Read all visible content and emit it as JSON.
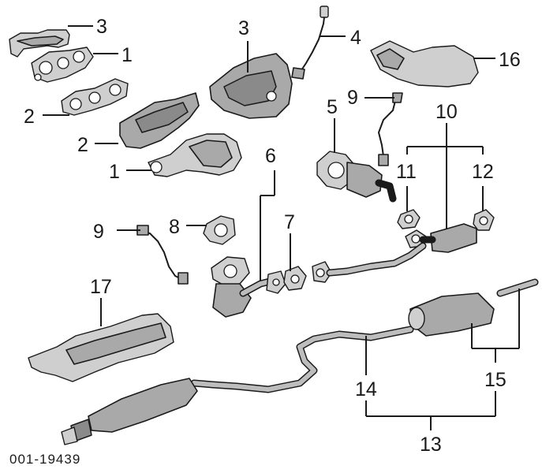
{
  "diagram": {
    "reference_code": "001-19439",
    "callouts": {
      "c1a": "1",
      "c1b": "1",
      "c2a": "2",
      "c2b": "2",
      "c3a": "3",
      "c3b": "3",
      "c4": "4",
      "c5": "5",
      "c6": "6",
      "c7": "7",
      "c8": "8",
      "c9a": "9",
      "c9b": "9",
      "c10": "10",
      "c11": "11",
      "c12": "12",
      "c13": "13",
      "c14": "14",
      "c15": "15",
      "c16": "16",
      "c17": "17"
    }
  }
}
